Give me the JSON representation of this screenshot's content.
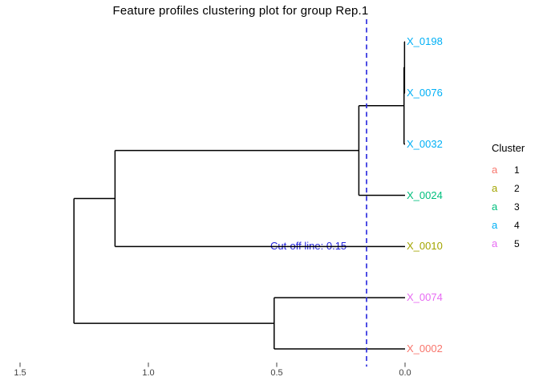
{
  "title": "Feature profiles clustering plot for group Rep.1",
  "cutoff": {
    "label": "Cut-off line: 0.15",
    "value": 0.15,
    "color": "#2323DD"
  },
  "legend": {
    "title": "Cluster",
    "key_glyph": "a",
    "entries": [
      {
        "label": "1",
        "color": "#F8766D"
      },
      {
        "label": "2",
        "color": "#A3A500"
      },
      {
        "label": "3",
        "color": "#00BF7D"
      },
      {
        "label": "4",
        "color": "#00B0F6"
      },
      {
        "label": "5",
        "color": "#E76BF3"
      }
    ]
  },
  "axis": {
    "tick_labels": [
      "1.5",
      "1.0",
      "0.5",
      "0.0"
    ],
    "tick_values": [
      1.5,
      1.0,
      0.5,
      0.0
    ]
  },
  "colors": {
    "dendrogram_line": "#000000",
    "axis_text": "#404040",
    "background": "#FFFFFF"
  },
  "chart_data": {
    "type": "dendrogram",
    "title": "Feature profiles clustering plot for group Rep.1",
    "orientation": "horizontal_root_left_leaves_right",
    "distance_axis": {
      "ticks": [
        1.5,
        1.0,
        0.5,
        0.0
      ],
      "zero_at": "leaves_right",
      "max_shown": 1.5
    },
    "cutoff_value": 0.15,
    "legend_title": "Cluster",
    "leaves_top_to_bottom": [
      {
        "label": "X_0198",
        "cluster": "4",
        "color": "#00B0F6"
      },
      {
        "label": "X_0076",
        "cluster": "4",
        "color": "#00B0F6"
      },
      {
        "label": "X_0032",
        "cluster": "4",
        "color": "#00B0F6"
      },
      {
        "label": "X_0024",
        "cluster": "3",
        "color": "#00BF7D"
      },
      {
        "label": "X_0010",
        "cluster": "2",
        "color": "#A3A500"
      },
      {
        "label": "X_0074",
        "cluster": "5",
        "color": "#E76BF3"
      },
      {
        "label": "X_0002",
        "cluster": "1",
        "color": "#F8766D"
      }
    ],
    "merges": [
      {
        "id": "M1",
        "a": "X_0198",
        "b": "X_0076",
        "height": 0.002
      },
      {
        "id": "M2",
        "a": "M1",
        "b": "X_0032",
        "height": 0.004
      },
      {
        "id": "M3",
        "a": "M2",
        "b": "X_0024",
        "height": 0.18
      },
      {
        "id": "M4",
        "a": "M3",
        "b": "X_0010",
        "height": 1.13
      },
      {
        "id": "M5",
        "a": "X_0074",
        "b": "X_0002",
        "height": 0.51
      },
      {
        "id": "M6",
        "a": "M4",
        "b": "M5",
        "height": 1.29
      }
    ]
  }
}
